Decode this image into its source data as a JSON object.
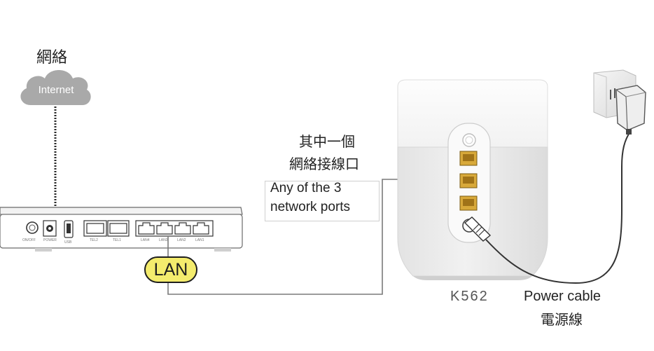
{
  "labels": {
    "network_cn": "網絡",
    "internet": "Internet",
    "ports_cn_line1": "其中一個",
    "ports_cn_line2": "網絡接線口",
    "ports_en_line1": "Any of the 3",
    "ports_en_line2": "network ports",
    "lan": "LAN",
    "model": "K562",
    "power_en": "Power cable",
    "power_cn": "電源線"
  },
  "modem_ports": {
    "on_off": "ON/OFF",
    "power": "POWER",
    "usb": "USB",
    "tel2": "TEL2",
    "tel1": "TEL1",
    "lan4": "LAN4",
    "lan3": "LAN3",
    "lan2": "LAN2",
    "lan1": "LAN1"
  },
  "colors": {
    "cloud": "#a9a9a9",
    "lan_badge": "#f4ec6d",
    "device_body": "#ebebeb",
    "device_top": "#f7f7f7",
    "port_jack": "#d8a93a",
    "cable": "#333333"
  }
}
